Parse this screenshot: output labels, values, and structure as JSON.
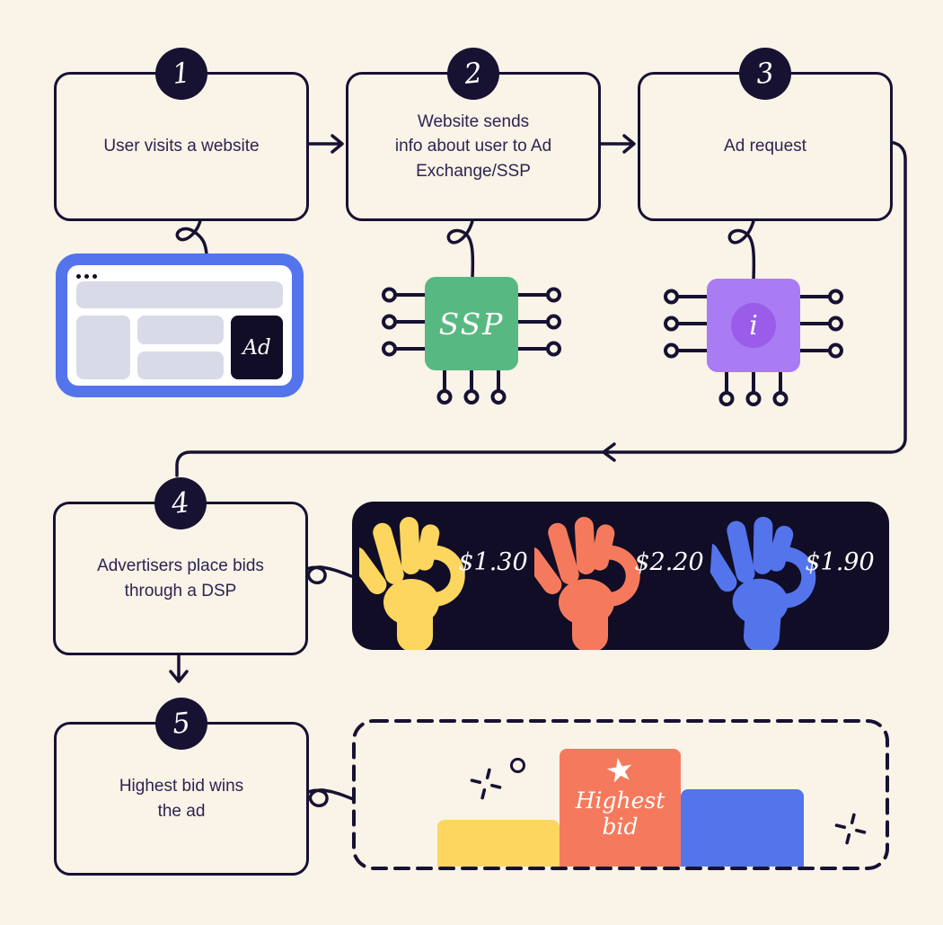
{
  "palette": {
    "background": "#f9f3e8",
    "ink": "#171232",
    "panel_dark": "#110d26",
    "blue": "#5474ec",
    "green": "#57b981",
    "purple": "#a97cf3",
    "purple_dark": "#9a5ce9",
    "yellow": "#fcd65f",
    "orange": "#f57a5d",
    "wireframe_gray": "#d9dae8"
  },
  "steps": [
    {
      "number": "1",
      "label": "User visits a website"
    },
    {
      "number": "2",
      "label": "Website sends\ninfo about user to Ad\nExchange/SSP"
    },
    {
      "number": "3",
      "label": "Ad request"
    },
    {
      "number": "4",
      "label": "Advertisers place bids\nthrough a DSP"
    },
    {
      "number": "5",
      "label": "Highest bid wins\nthe ad"
    }
  ],
  "browser_mockup": {
    "ad_label": "Ad"
  },
  "ssp_chip": {
    "label": "SSP"
  },
  "info_chip": {
    "label": "i"
  },
  "bids": {
    "items": [
      {
        "amount": "$1.30",
        "color": "#fcd65f"
      },
      {
        "amount": "$2.20",
        "color": "#f57a5d"
      },
      {
        "amount": "$1.90",
        "color": "#5474ec"
      }
    ]
  },
  "podium": {
    "star": "★",
    "winner_label": "Highest\nbid",
    "bars": [
      {
        "name": "yellow-bar",
        "color": "#fcd65f",
        "height": 52
      },
      {
        "name": "orange-bar",
        "color": "#f57a5d",
        "height": 131
      },
      {
        "name": "blue-bar",
        "color": "#5474ec",
        "height": 86
      }
    ]
  }
}
